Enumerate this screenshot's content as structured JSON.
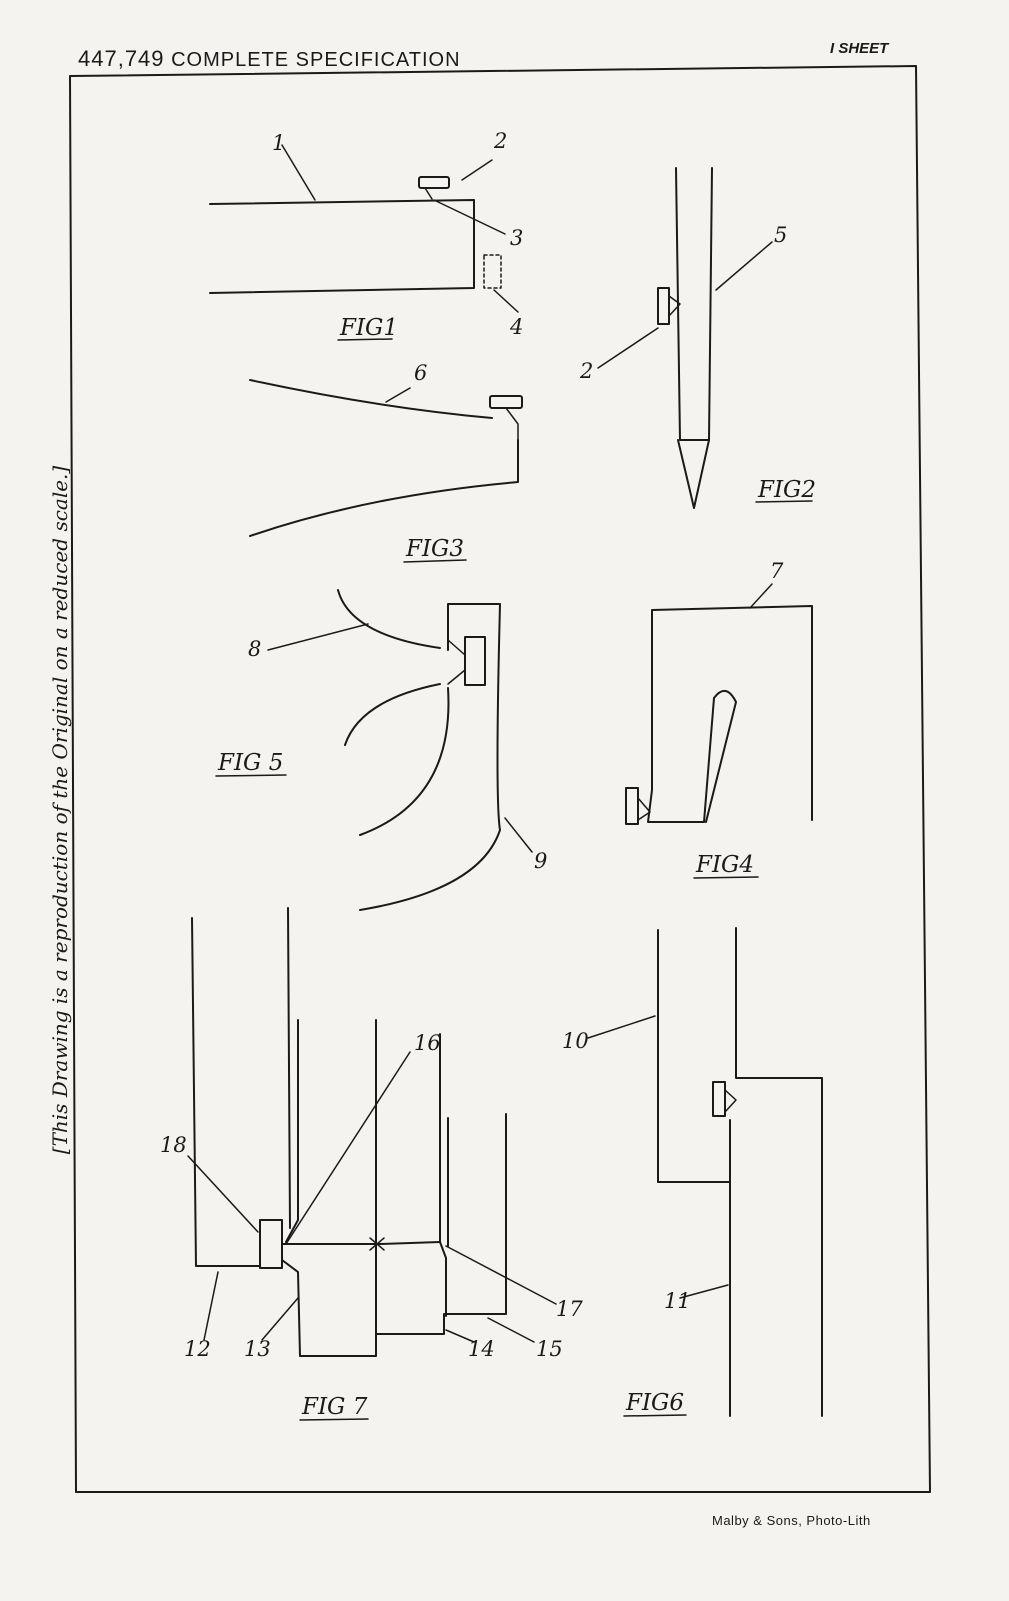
{
  "header": {
    "number": "447,749",
    "title": "COMPLETE SPECIFICATION",
    "sheets": "I SHEET"
  },
  "side_note": "[This Drawing is a reproduction of the Original on a reduced scale.]",
  "footer": {
    "credit": "Malby & Sons, Photo-Lith"
  },
  "figures": {
    "fig1": "FIG1",
    "fig2": "FIG2",
    "fig3": "FIG3",
    "fig4": "FIG4",
    "fig5": "FIG 5",
    "fig6": "FIG6",
    "fig7": "FIG 7"
  },
  "refs": {
    "r1": "1",
    "r2a": "2",
    "r3": "3",
    "r4": "4",
    "r5": "5",
    "r2b": "2",
    "r6": "6",
    "r7": "7",
    "r8": "8",
    "r9": "9",
    "r10": "10",
    "r11": "11",
    "r12": "12",
    "r13": "13",
    "r14": "14",
    "r15": "15",
    "r16": "16",
    "r17": "17",
    "r18": "18"
  },
  "colors": {
    "paper": "#f4f3f0",
    "ink": "#1a1a1a"
  }
}
